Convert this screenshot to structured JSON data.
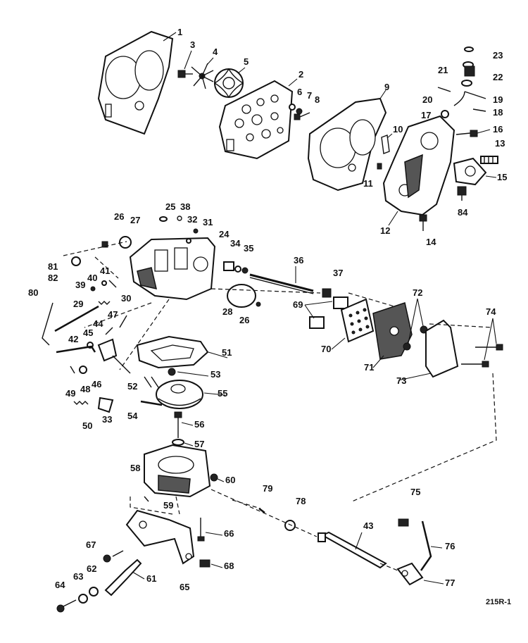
{
  "diagram": {
    "drawing_number": "215R-1",
    "callouts": {
      "c1": "1",
      "c2": "2",
      "c3": "3",
      "c4": "4",
      "c5": "5",
      "c6": "6",
      "c7": "7",
      "c8": "8",
      "c9": "9",
      "c10": "10",
      "c11": "11",
      "c12": "12",
      "c13": "13",
      "c14": "14",
      "c15": "15",
      "c16": "16",
      "c17": "17",
      "c18": "18",
      "c19": "19",
      "c20": "20",
      "c21": "21",
      "c22": "22",
      "c23": "23",
      "c24": "24",
      "c25": "25",
      "c26a": "26",
      "c26b": "26",
      "c27": "27",
      "c28": "28",
      "c29": "29",
      "c30": "30",
      "c31": "31",
      "c32": "32",
      "c33": "33",
      "c34": "34",
      "c35": "35",
      "c36": "36",
      "c37": "37",
      "c38": "38",
      "c39": "39",
      "c40": "40",
      "c41": "41",
      "c42": "42",
      "c43": "43",
      "c44": "44",
      "c45": "45",
      "c46": "46",
      "c47": "47",
      "c48": "48",
      "c49": "49",
      "c50": "50",
      "c51": "51",
      "c52": "52",
      "c53": "53",
      "c54": "54",
      "c55": "55",
      "c56": "56",
      "c57": "57",
      "c58": "58",
      "c59": "59",
      "c60": "60",
      "c61": "61",
      "c62": "62",
      "c63": "63",
      "c64": "64",
      "c65": "65",
      "c66": "66",
      "c67": "67",
      "c68": "68",
      "c69": "69",
      "c70": "70",
      "c71": "71",
      "c72": "72",
      "c73": "73",
      "c74": "74",
      "c75": "75",
      "c76": "76",
      "c77": "77",
      "c78": "78",
      "c79": "79",
      "c80": "80",
      "c81": "81",
      "c82": "82",
      "c84": "84"
    }
  }
}
